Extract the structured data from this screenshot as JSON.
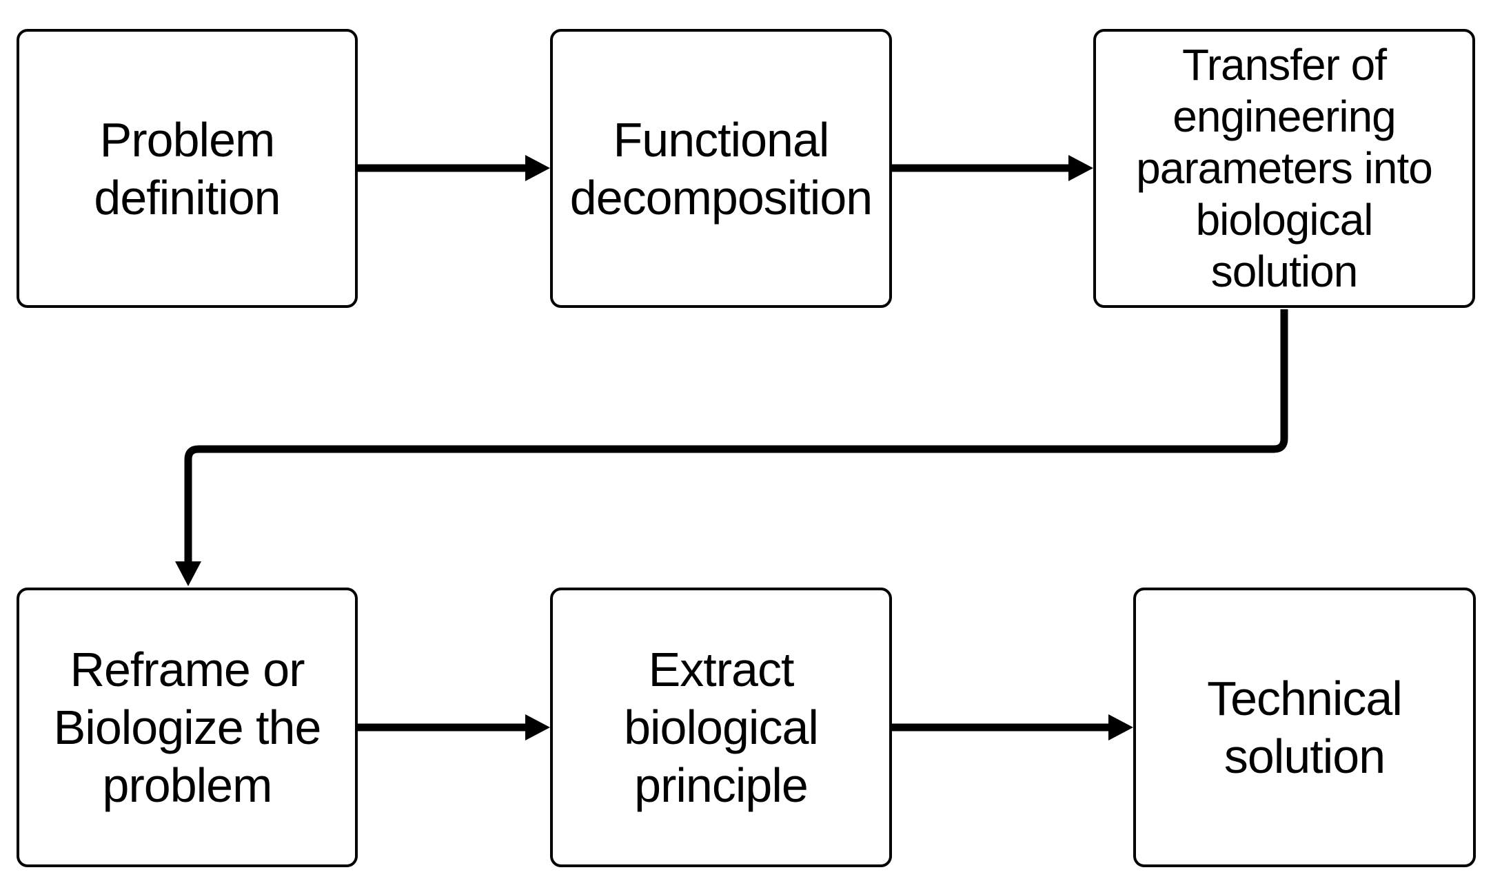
{
  "diagram": {
    "type": "flowchart",
    "background_color": "#ffffff",
    "stroke_color": "#000000",
    "text_color": "#000000",
    "nodes": [
      {
        "id": "problem-definition",
        "label": "Problem\ndefinition"
      },
      {
        "id": "functional-decomposition",
        "label": "Functional\ndecomposition"
      },
      {
        "id": "transfer-parameters",
        "label": "Transfer of\nengineering\nparameters into\nbiological\nsolution"
      },
      {
        "id": "reframe-biologize",
        "label": "Reframe or\nBiologize the\nproblem"
      },
      {
        "id": "extract-principle",
        "label": "Extract\nbiological\nprinciple"
      },
      {
        "id": "technical-solution",
        "label": "Technical\nsolution"
      }
    ],
    "edges": [
      {
        "from": "problem-definition",
        "to": "functional-decomposition",
        "shape": "straight-right"
      },
      {
        "from": "functional-decomposition",
        "to": "transfer-parameters",
        "shape": "straight-right"
      },
      {
        "from": "transfer-parameters",
        "to": "reframe-biologize",
        "shape": "elbow-down-left-down"
      },
      {
        "from": "reframe-biologize",
        "to": "extract-principle",
        "shape": "straight-right"
      },
      {
        "from": "extract-principle",
        "to": "technical-solution",
        "shape": "straight-right"
      }
    ]
  }
}
